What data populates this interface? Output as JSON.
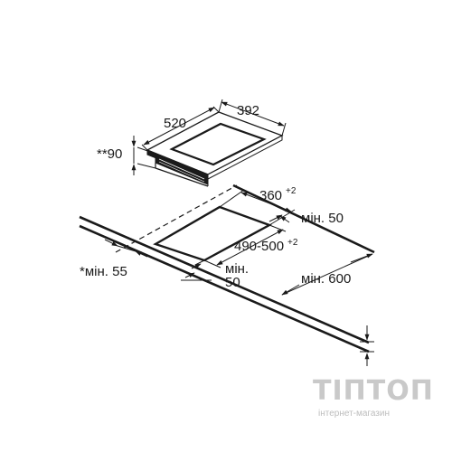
{
  "hob": {
    "depth": "520",
    "width": "392",
    "height": "**90"
  },
  "cutout": {
    "width": "360",
    "width_tol": "+2",
    "depth": "490-500",
    "depth_tol": "+2",
    "min_rear_label": "мін. 50",
    "min_front_label": "мін.",
    "min_front_value": "50",
    "min_side": "мін. 600",
    "min_left": "*мін. 55"
  },
  "watermark": {
    "brand": "ТІПТОП",
    "tagline": "інтернет-магазин"
  },
  "colors": {
    "line": "#1a1a1a",
    "watermark": "#c9c9c9"
  }
}
